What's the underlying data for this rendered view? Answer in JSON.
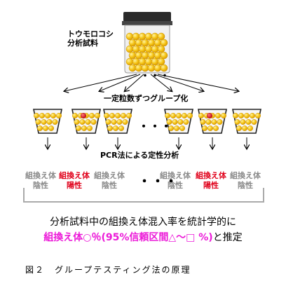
{
  "sample": {
    "line1": "トウモロコシ",
    "line2": "分析試料"
  },
  "steps": {
    "grouping": "一定粒数ずつグループ化",
    "pcr": "PCR法による定性分析"
  },
  "ellipsis": "・・・",
  "results": [
    {
      "line1": "組換え体",
      "line2": "陰性",
      "positive": false
    },
    {
      "line1": "組換え体",
      "line2": "陽性",
      "positive": true
    },
    {
      "line1": "組換え体",
      "line2": "陰性",
      "positive": false
    },
    {
      "line1": "組換え体",
      "line2": "陰性",
      "positive": false
    },
    {
      "line1": "組換え体",
      "line2": "陽性",
      "positive": true
    },
    {
      "line1": "組換え体",
      "line2": "陰性",
      "positive": false
    }
  ],
  "summary": {
    "line1": "分析試料中の組換え体混入率を統計学的に",
    "line2_highlight": "組換え体○％(95%信頼区間△～□ %)",
    "line2_tail": "と推定"
  },
  "caption": "図２　グループテスティング法の原理",
  "colors": {
    "kernel": "#f5c518",
    "kernel_dark": "#e0a800",
    "positive_kernel": "#e0001a",
    "negative_text": "#8a8a8a",
    "positive_text": "#e0001a",
    "highlight": "#ec1ad8"
  }
}
